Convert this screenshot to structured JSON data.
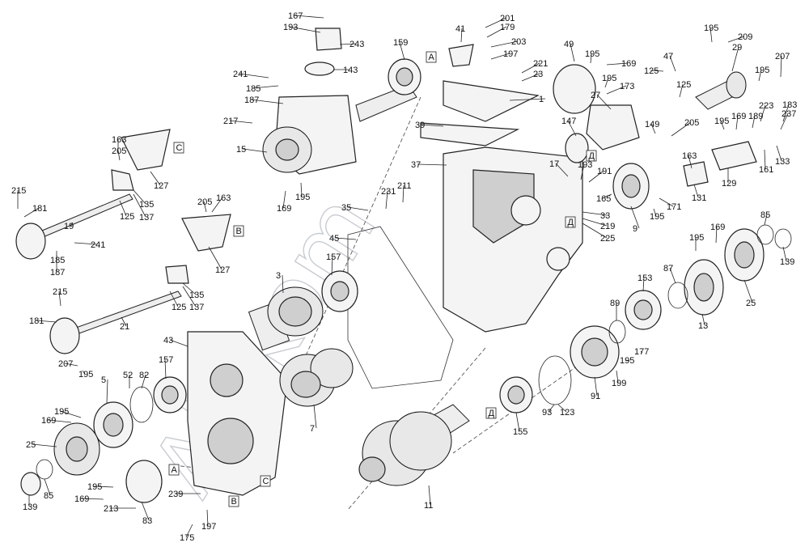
{
  "diagram": {
    "watermark": "Alukom",
    "corner_mark": "",
    "callouts": [
      {
        "id": "c1",
        "text": "167"
      },
      {
        "id": "c2",
        "text": "193"
      },
      {
        "id": "c3",
        "text": "243"
      },
      {
        "id": "c4",
        "text": "143"
      },
      {
        "id": "c5",
        "text": "241"
      },
      {
        "id": "c6",
        "text": "185"
      },
      {
        "id": "c7",
        "text": "187"
      },
      {
        "id": "c8",
        "text": "217"
      },
      {
        "id": "c9",
        "text": "15"
      },
      {
        "id": "c10",
        "text": "169"
      },
      {
        "id": "c11",
        "text": "195"
      },
      {
        "id": "c12",
        "text": "159"
      },
      {
        "id": "c13",
        "text": "41"
      },
      {
        "id": "c14",
        "text": "201"
      },
      {
        "id": "c15",
        "text": "179"
      },
      {
        "id": "c16",
        "text": "203"
      },
      {
        "id": "c17",
        "text": "197"
      },
      {
        "id": "c18",
        "text": "221"
      },
      {
        "id": "c19",
        "text": "23"
      },
      {
        "id": "c20",
        "text": "1"
      },
      {
        "id": "c21",
        "text": "39"
      },
      {
        "id": "c22",
        "text": "37"
      },
      {
        "id": "c23",
        "text": "49"
      },
      {
        "id": "c24",
        "text": "195"
      },
      {
        "id": "c25",
        "text": "169"
      },
      {
        "id": "c26",
        "text": "195"
      },
      {
        "id": "c27",
        "text": "173"
      },
      {
        "id": "c28",
        "text": "27"
      },
      {
        "id": "c29",
        "text": "147"
      },
      {
        "id": "c30",
        "text": "17"
      },
      {
        "id": "c31",
        "text": "193"
      },
      {
        "id": "c32",
        "text": "191"
      },
      {
        "id": "c33",
        "text": "165"
      },
      {
        "id": "c34",
        "text": "33"
      },
      {
        "id": "c35",
        "text": "219"
      },
      {
        "id": "c36",
        "text": "225"
      },
      {
        "id": "c37",
        "text": "9"
      },
      {
        "id": "c38",
        "text": "47"
      },
      {
        "id": "c39",
        "text": "125"
      },
      {
        "id": "c40",
        "text": "195"
      },
      {
        "id": "c41",
        "text": "209"
      },
      {
        "id": "c42",
        "text": "29"
      },
      {
        "id": "c43",
        "text": "207"
      },
      {
        "id": "c44",
        "text": "195"
      },
      {
        "id": "c45",
        "text": "125"
      },
      {
        "id": "c46",
        "text": "149"
      },
      {
        "id": "c47",
        "text": "205"
      },
      {
        "id": "c48",
        "text": "163"
      },
      {
        "id": "c49",
        "text": "195"
      },
      {
        "id": "c50",
        "text": "169"
      },
      {
        "id": "c51",
        "text": "189"
      },
      {
        "id": "c52",
        "text": "223"
      },
      {
        "id": "c53",
        "text": "183"
      },
      {
        "id": "c54",
        "text": "237"
      },
      {
        "id": "c55",
        "text": "133"
      },
      {
        "id": "c56",
        "text": "161"
      },
      {
        "id": "c57",
        "text": "129"
      },
      {
        "id": "c58",
        "text": "131"
      },
      {
        "id": "c59",
        "text": "171"
      },
      {
        "id": "c60",
        "text": "195"
      },
      {
        "id": "c61",
        "text": "163"
      },
      {
        "id": "c62",
        "text": "205"
      },
      {
        "id": "c63",
        "text": "127"
      },
      {
        "id": "c64",
        "text": "135"
      },
      {
        "id": "c65",
        "text": "137"
      },
      {
        "id": "c66",
        "text": "125"
      },
      {
        "id": "c67",
        "text": "215"
      },
      {
        "id": "c68",
        "text": "181"
      },
      {
        "id": "c69",
        "text": "19"
      },
      {
        "id": "c70",
        "text": "185"
      },
      {
        "id": "c71",
        "text": "187"
      },
      {
        "id": "c72",
        "text": "241"
      },
      {
        "id": "c73",
        "text": "205"
      },
      {
        "id": "c74",
        "text": "163"
      },
      {
        "id": "c75",
        "text": "127"
      },
      {
        "id": "c76",
        "text": "125"
      },
      {
        "id": "c77",
        "text": "135"
      },
      {
        "id": "c78",
        "text": "137"
      },
      {
        "id": "c79",
        "text": "211"
      },
      {
        "id": "c80",
        "text": "231"
      },
      {
        "id": "c81",
        "text": "35"
      },
      {
        "id": "c82",
        "text": "45"
      },
      {
        "id": "c83",
        "text": "3"
      },
      {
        "id": "c84",
        "text": "157"
      },
      {
        "id": "c85",
        "text": "215"
      },
      {
        "id": "c86",
        "text": "181"
      },
      {
        "id": "c87",
        "text": "21"
      },
      {
        "id": "c88",
        "text": "207"
      },
      {
        "id": "c89",
        "text": "195"
      },
      {
        "id": "c90",
        "text": "43"
      },
      {
        "id": "c91",
        "text": "157"
      },
      {
        "id": "c92",
        "text": "5"
      },
      {
        "id": "c93",
        "text": "52"
      },
      {
        "id": "c94",
        "text": "82"
      },
      {
        "id": "c95",
        "text": "195"
      },
      {
        "id": "c96",
        "text": "169"
      },
      {
        "id": "c97",
        "text": "25"
      },
      {
        "id": "c98",
        "text": "139"
      },
      {
        "id": "c99",
        "text": "85"
      },
      {
        "id": "c100",
        "text": "195"
      },
      {
        "id": "c101",
        "text": "169"
      },
      {
        "id": "c102",
        "text": "213"
      },
      {
        "id": "c103",
        "text": "83"
      },
      {
        "id": "c104",
        "text": "239"
      },
      {
        "id": "c105",
        "text": "175"
      },
      {
        "id": "c106",
        "text": "197"
      },
      {
        "id": "c107",
        "text": "7"
      },
      {
        "id": "c108",
        "text": "11"
      },
      {
        "id": "c109",
        "text": "155"
      },
      {
        "id": "c110",
        "text": "93"
      },
      {
        "id": "c111",
        "text": "123"
      },
      {
        "id": "c112",
        "text": "91"
      },
      {
        "id": "c113",
        "text": "199"
      },
      {
        "id": "c114",
        "text": "195"
      },
      {
        "id": "c115",
        "text": "177"
      },
      {
        "id": "c116",
        "text": "89"
      },
      {
        "id": "c117",
        "text": "153"
      },
      {
        "id": "c118",
        "text": "87"
      },
      {
        "id": "c119",
        "text": "13"
      },
      {
        "id": "c120",
        "text": "195"
      },
      {
        "id": "c121",
        "text": "169"
      },
      {
        "id": "c122",
        "text": "85"
      },
      {
        "id": "c123",
        "text": "25"
      },
      {
        "id": "c124",
        "text": "139"
      }
    ],
    "section_markers": [
      {
        "id": "m1",
        "text": "А"
      },
      {
        "id": "m2",
        "text": "С"
      },
      {
        "id": "m3",
        "text": "В"
      },
      {
        "id": "m4",
        "text": "Д"
      },
      {
        "id": "m5",
        "text": "Д"
      },
      {
        "id": "m6",
        "text": "Д"
      },
      {
        "id": "m7",
        "text": "А"
      },
      {
        "id": "m8",
        "text": "С"
      },
      {
        "id": "m9",
        "text": "В"
      }
    ]
  }
}
